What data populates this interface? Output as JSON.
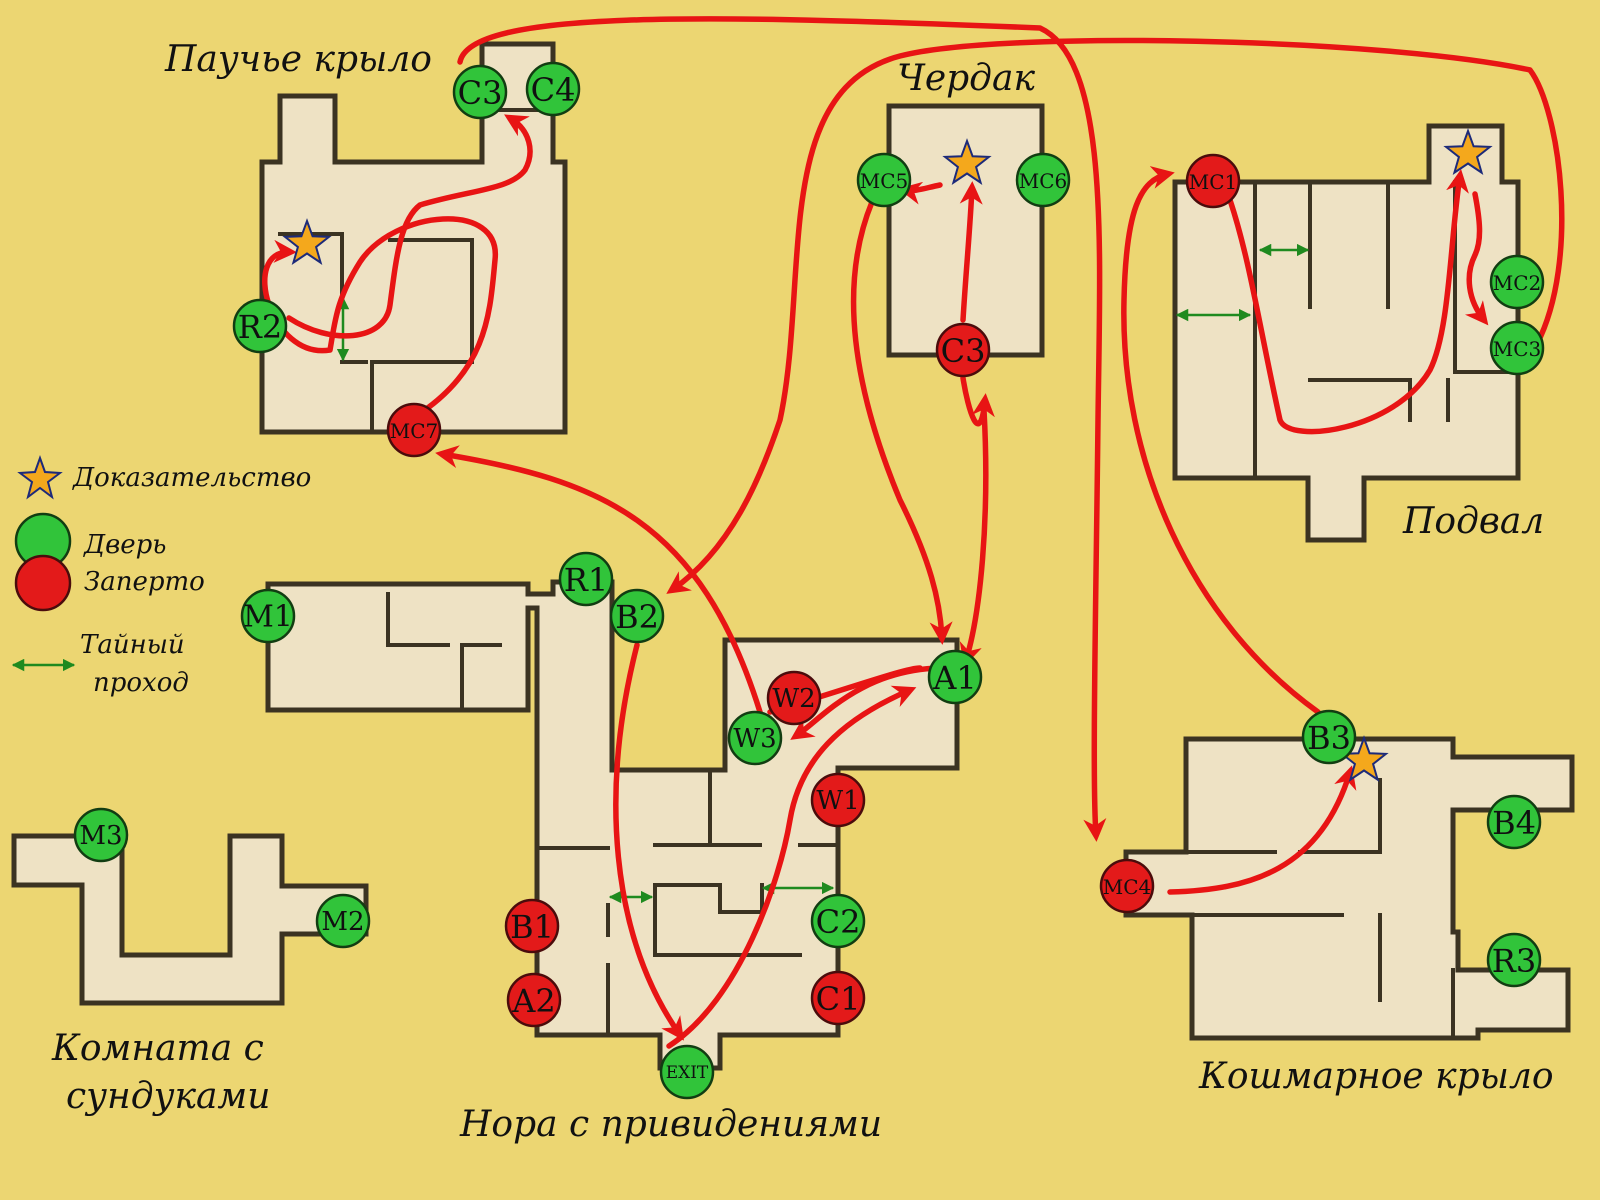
{
  "areas": {
    "spider_wing": "Паучье крыло",
    "attic": "Чердак",
    "basement": "Подвал",
    "chest_room_line1": "Комната с",
    "chest_room_line2": "сундуками",
    "ghost_burrow": "Нора с привидениями",
    "nightmare_wing": "Кошмарное крыло"
  },
  "legend": {
    "evidence": "Доказательство",
    "door": "Дверь",
    "locked": "Заперто",
    "secret_line1": "Тайный",
    "secret_line2": "проход"
  },
  "doors": [
    {
      "id": "C3",
      "status": "open"
    },
    {
      "id": "C4",
      "status": "open"
    },
    {
      "id": "R2",
      "status": "open"
    },
    {
      "id": "MC7",
      "status": "locked"
    },
    {
      "id": "MC5",
      "status": "open"
    },
    {
      "id": "MC6",
      "status": "open"
    },
    {
      "id": "C3",
      "status": "locked"
    },
    {
      "id": "MC1",
      "status": "locked"
    },
    {
      "id": "MC2",
      "status": "open"
    },
    {
      "id": "MC3",
      "status": "open"
    },
    {
      "id": "M1",
      "status": "open"
    },
    {
      "id": "R1",
      "status": "open"
    },
    {
      "id": "B2",
      "status": "open"
    },
    {
      "id": "W2",
      "status": "locked"
    },
    {
      "id": "W3",
      "status": "open"
    },
    {
      "id": "A1",
      "status": "open"
    },
    {
      "id": "W1",
      "status": "locked"
    },
    {
      "id": "B1",
      "status": "locked"
    },
    {
      "id": "C2",
      "status": "open"
    },
    {
      "id": "A2",
      "status": "locked"
    },
    {
      "id": "C1",
      "status": "locked"
    },
    {
      "id": "EXIT",
      "status": "open"
    },
    {
      "id": "M3",
      "status": "open"
    },
    {
      "id": "M2",
      "status": "open"
    },
    {
      "id": "B3",
      "status": "open"
    },
    {
      "id": "B4",
      "status": "open"
    },
    {
      "id": "MC4",
      "status": "locked"
    },
    {
      "id": "R3",
      "status": "open"
    }
  ],
  "colors": {
    "background": "#ecd672",
    "room_floor": "#eee2c4",
    "route": "#e81414",
    "door_open": "#31c43a",
    "door_locked": "#e31a1a",
    "secret_passage": "#1f8a1f",
    "evidence_star": "#f4a81c"
  }
}
